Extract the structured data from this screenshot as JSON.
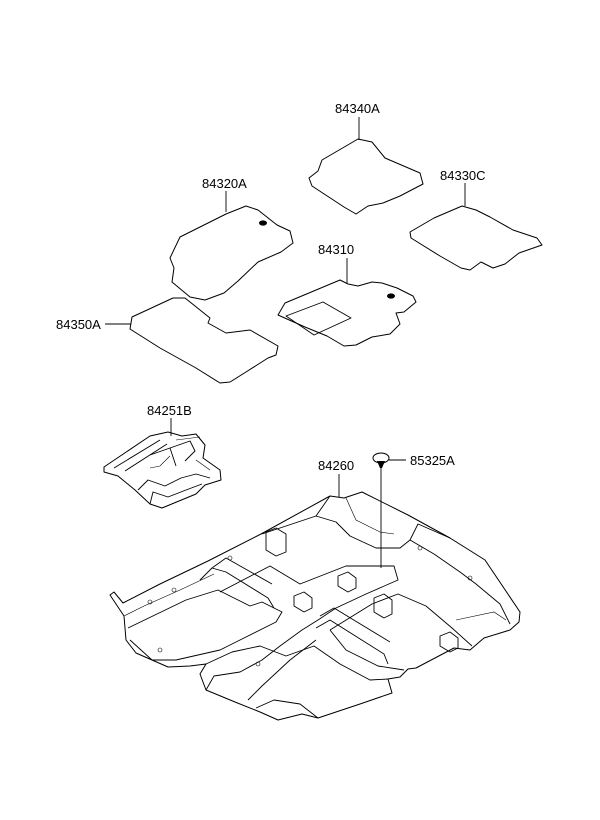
{
  "parts": [
    {
      "id": "mat_84340A",
      "number": "84340A"
    },
    {
      "id": "mat_84330C",
      "number": "84330C"
    },
    {
      "id": "mat_84320A",
      "number": "84320A"
    },
    {
      "id": "mat_84310",
      "number": "84310"
    },
    {
      "id": "mat_84350A",
      "number": "84350A"
    },
    {
      "id": "pad_84251B",
      "number": "84251B"
    },
    {
      "id": "carpet_84260",
      "number": "84260"
    },
    {
      "id": "clip_85325A",
      "number": "85325A"
    }
  ],
  "colors": {
    "line": "#000000",
    "background": "#ffffff"
  }
}
